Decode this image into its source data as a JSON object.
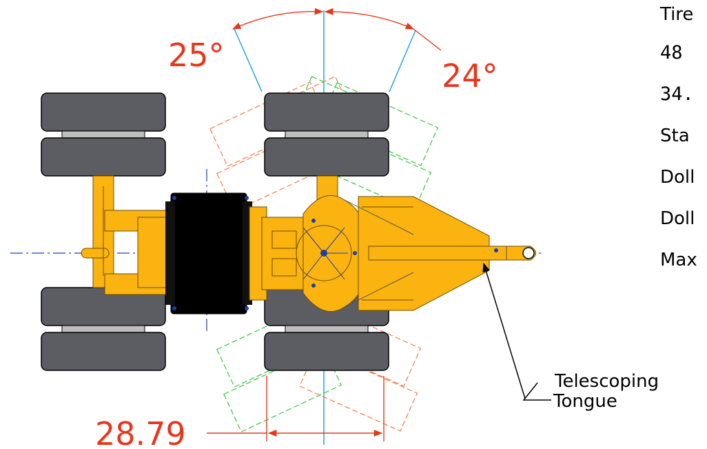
{
  "dimensions": {
    "left_angle": "25°",
    "right_angle": "24°",
    "track_width": "28.79"
  },
  "callout": {
    "line1": "Telescoping",
    "line2": "Tongue"
  },
  "notes": [
    "Tire",
    "48",
    "34.",
    "Sta",
    "Doll",
    "Doll",
    "Max"
  ],
  "colors": {
    "dimension": "#e8361e",
    "frame": "#fbb40f",
    "tire": "#5c5d63",
    "centerline": "#1b9bd8",
    "ghost_left": "#f07a45",
    "ghost_right": "#33c63a"
  }
}
